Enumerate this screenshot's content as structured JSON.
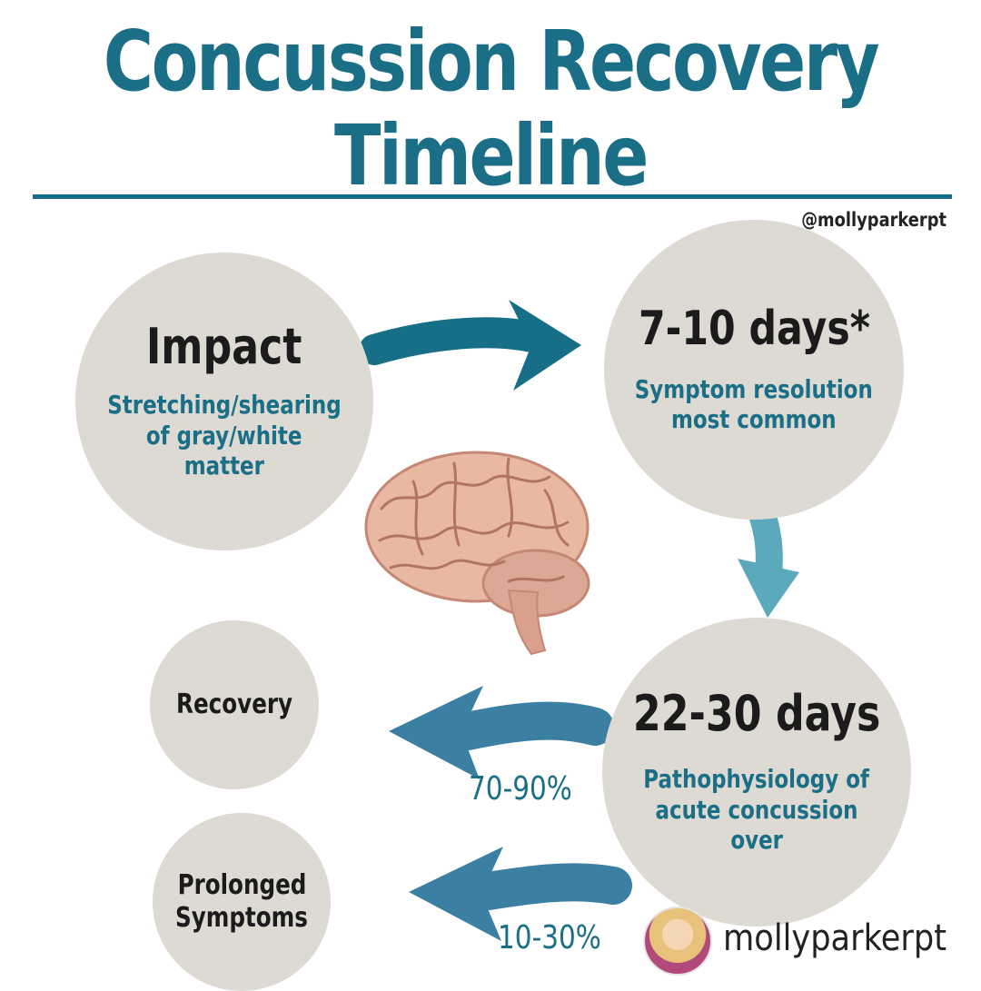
{
  "title": {
    "line1": "Concussion Recovery",
    "line2": "Timeline"
  },
  "handle": "@mollyparkerpt",
  "stages": {
    "impact": {
      "heading": "Impact",
      "lines": [
        "Stretching/shearing",
        "of gray/white",
        "matter"
      ]
    },
    "days_7_10": {
      "heading": "7-10 days*",
      "lines": [
        "Symptom resolution",
        "most common"
      ]
    },
    "days_22_30": {
      "heading": "22-30 days",
      "lines": [
        "Pathophysiology of",
        "acute concussion",
        "over"
      ]
    }
  },
  "outcomes": {
    "recovery": {
      "label": "Recovery",
      "percent": "70-90%"
    },
    "prolonged": {
      "lines": [
        "Prolonged",
        "Symptoms"
      ],
      "percent": "10-30%"
    }
  },
  "footer": {
    "username": "mollyparkerpt"
  },
  "colors": {
    "teal": "#1a6e86",
    "arrow_dark": "#166f86",
    "arrow_light": "#5aa9bd",
    "arrow_mid": "#3b7fa3",
    "circle": "#ddd9d3"
  }
}
